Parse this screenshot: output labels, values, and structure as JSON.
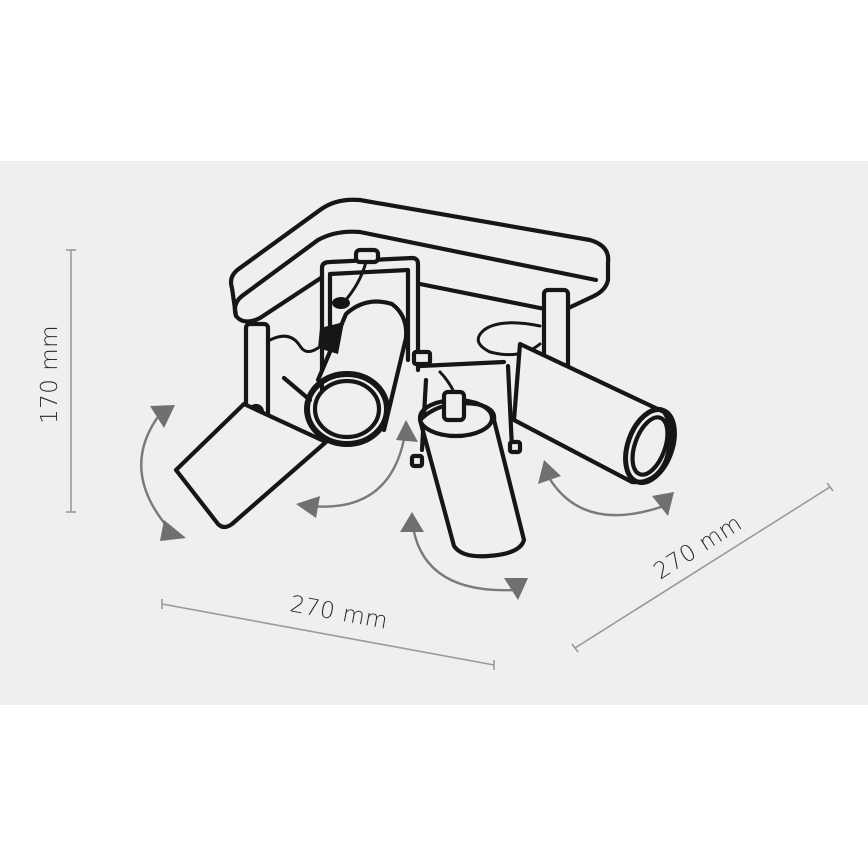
{
  "diagram": {
    "subject": "four-spot ceiling lamp on square base",
    "background_band_color": "#efefef",
    "page_background": "#ffffff",
    "line_color": "#161616",
    "arrow_color": "#707070",
    "dimension_line_color": "#9a9a9a",
    "dimensions": {
      "height": {
        "label": "170 mm",
        "value": 170,
        "unit": "mm"
      },
      "width": {
        "label": "270 mm",
        "value": 270,
        "unit": "mm"
      },
      "depth": {
        "label": "270 mm",
        "value": 270,
        "unit": "mm"
      }
    },
    "spotlights": [
      {
        "id": "left",
        "rotation_arrow": "vertical-arc"
      },
      {
        "id": "back-center",
        "rotation_arrow": "horizontal-arc"
      },
      {
        "id": "front-center",
        "rotation_arrow": "horizontal-arc"
      },
      {
        "id": "right",
        "rotation_arrow": "horizontal-arc"
      }
    ]
  }
}
